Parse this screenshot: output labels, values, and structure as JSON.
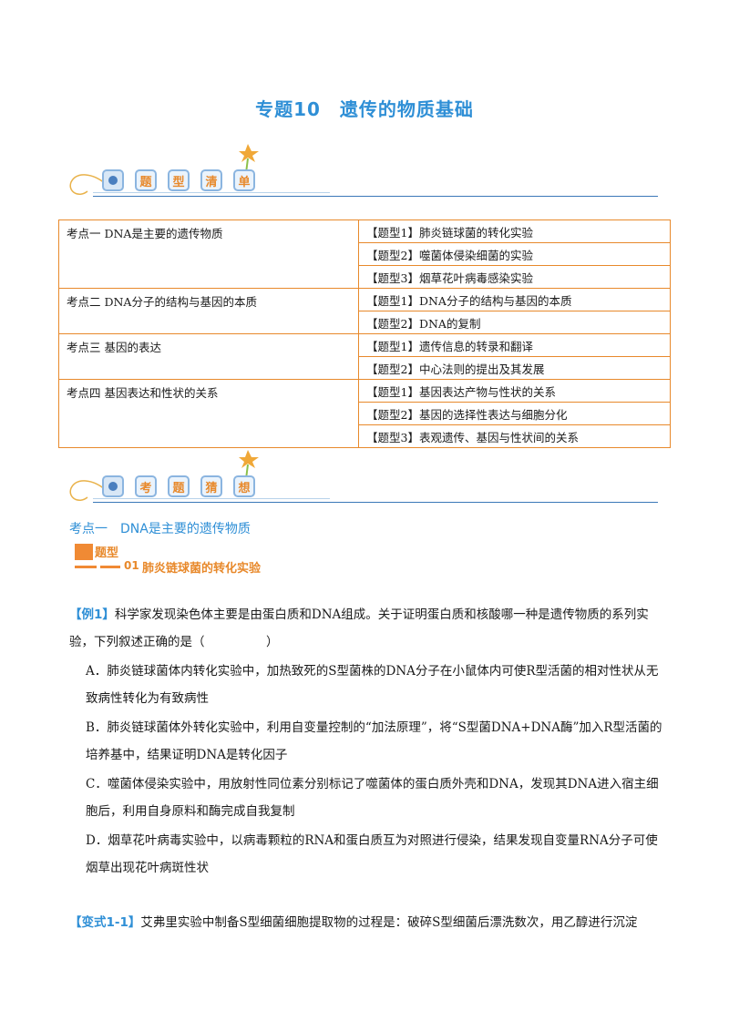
{
  "title": "专题10　遗传的物质基础",
  "banner1": {
    "tiles": [
      "题",
      "型",
      "清",
      "单"
    ]
  },
  "banner2": {
    "tiles": [
      "考",
      "题",
      "猜",
      "想"
    ]
  },
  "overview": [
    {
      "kaodian": "考点一  DNA是主要的遗传物质",
      "tixing": [
        "【题型1】肺炎链球菌的转化实验",
        "【题型2】噬菌体侵染细菌的实验",
        "【题型3】烟草花叶病毒感染实验"
      ]
    },
    {
      "kaodian": "考点二  DNA分子的结构与基因的本质",
      "tixing": [
        "【题型1】DNA分子的结构与基因的本质",
        "【题型2】DNA的复制"
      ]
    },
    {
      "kaodian": "考点三  基因的表达",
      "tixing": [
        "【题型1】遗传信息的转录和翻译",
        "【题型2】中心法则的提出及其发展"
      ]
    },
    {
      "kaodian": "考点四  基因表达和性状的关系",
      "tixing": [
        "【题型1】基因表达产物与性状的关系",
        "【题型2】基因的选择性表达与细胞分化",
        "【题型3】表观遗传、基因与性状间的关系"
      ]
    }
  ],
  "section": {
    "kaodian_title": "考点一　DNA是主要的遗传物质",
    "tixing_label": "题型",
    "tixing_num": "01",
    "tixing_name": "肺炎链球菌的转化实验"
  },
  "example": {
    "tag": "【例1】",
    "stem": "科学家发现染色体主要是由蛋白质和DNA组成。关于证明蛋白质和核酸哪一种是遗传物质的系列实验，下列叙述正确的是（　　　　　）",
    "options": [
      "A．肺炎链球菌体内转化实验中，加热致死的S型菌株的DNA分子在小鼠体内可使R型活菌的相对性状从无致病性转化为有致病性",
      "B．肺炎链球菌体外转化实验中，利用自变量控制的“加法原理”，将“S型菌DNA+DNA酶”加入R型活菌的培养基中，结果证明DNA是转化因子",
      "C．噬菌体侵染实验中，用放射性同位素分别标记了噬菌体的蛋白质外壳和DNA，发现其DNA进入宿主细胞后，利用自身原料和酶完成自我复制",
      "D．烟草花叶病毒实验中，以病毒颗粒的RNA和蛋白质互为对照进行侵染，结果发现自变量RNA分子可使烟草出现花叶病斑性状"
    ]
  },
  "variant": {
    "tag": "【变式1-1】",
    "text": "艾弗里实验中制备S型细菌细胞提取物的过程是：破碎S型细菌后漂洗数次，用乙醇进行沉淀"
  },
  "colors": {
    "accent_blue": "#2f8fd6",
    "accent_orange": "#e8892b"
  }
}
